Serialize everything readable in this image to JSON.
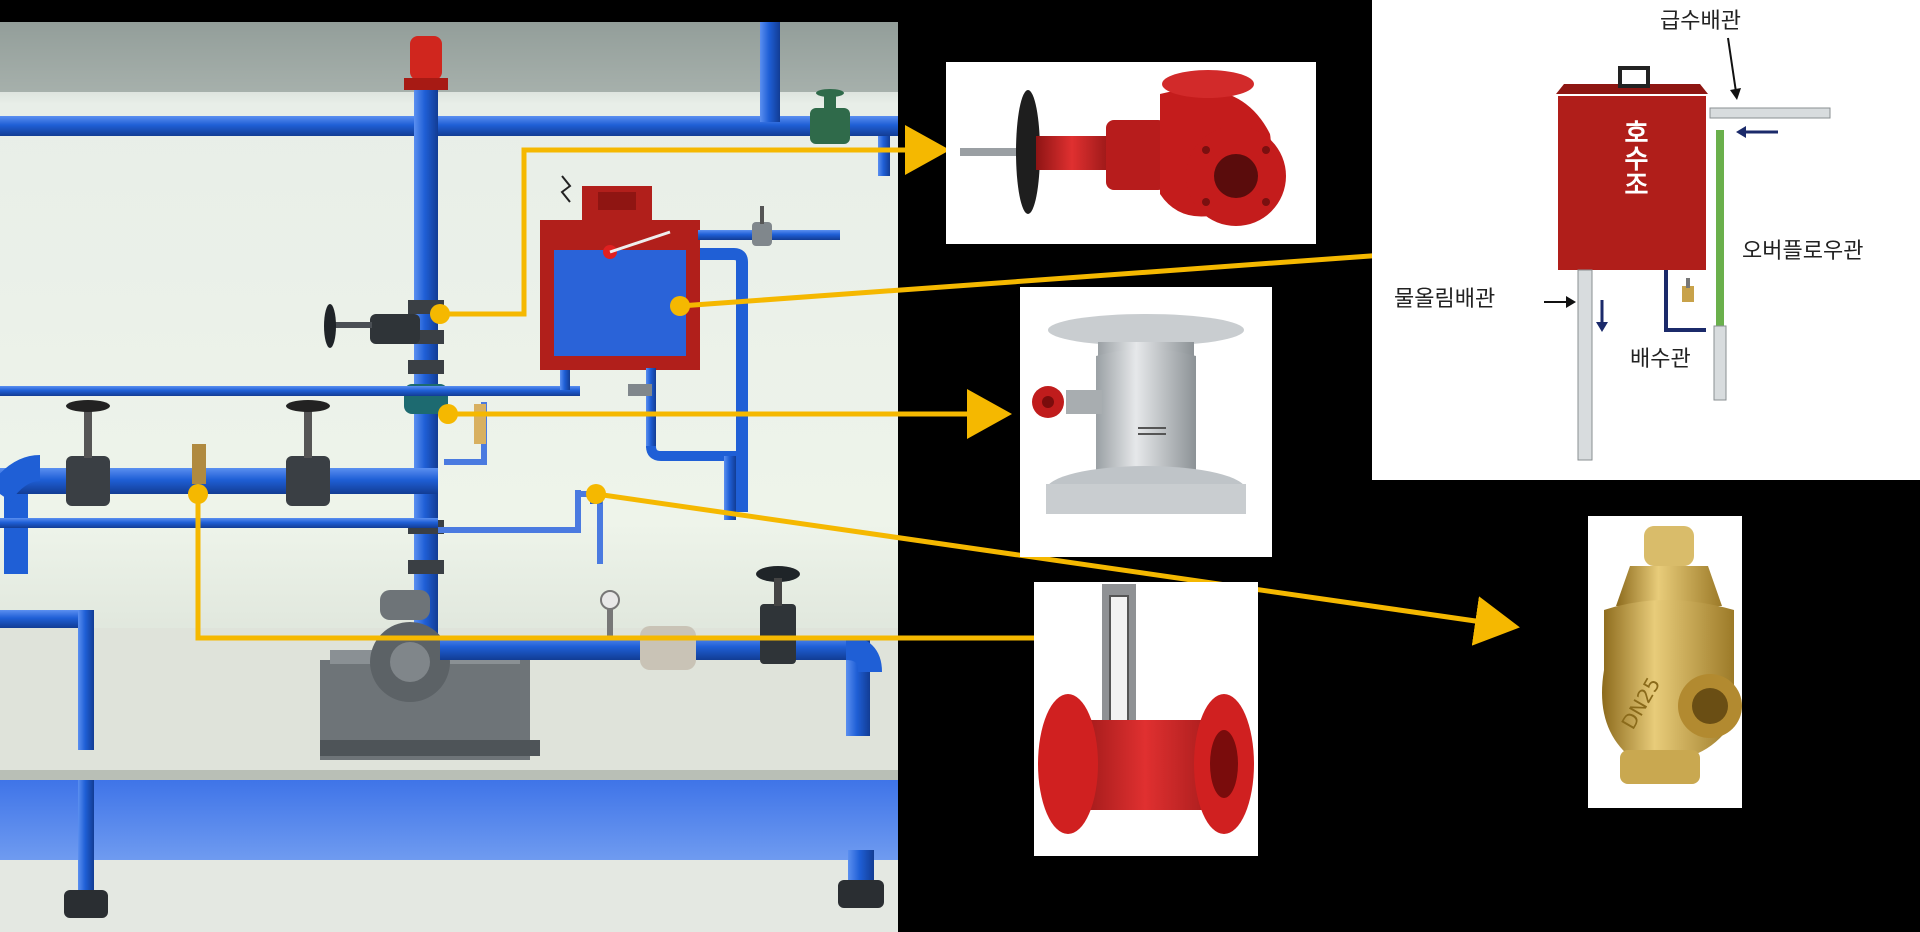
{
  "colors": {
    "background": "#000000",
    "pipe_blue": "#1f5fd6",
    "callout_arrow": "#f5b800",
    "tank_red": "#b8211d",
    "valve_red": "#c41c1c",
    "brass": "#c8a24a"
  },
  "detail_diagram": {
    "labels": {
      "supply_pipe": "급수배관",
      "tank": "호수조",
      "overflow_pipe": "오버플로우관",
      "priming_pipe": "물올림배관",
      "drain_pipe": "배수관"
    }
  },
  "relief_valve": {
    "stamp": "DN25"
  },
  "components": [
    {
      "name": "gate-valve",
      "icon": "gate-valve-icon"
    },
    {
      "name": "priming-tank",
      "icon": "tank-icon"
    },
    {
      "name": "check-valve",
      "icon": "check-valve-icon"
    },
    {
      "name": "flow-meter",
      "icon": "flow-meter-icon"
    },
    {
      "name": "relief-valve",
      "icon": "relief-valve-icon"
    }
  ]
}
